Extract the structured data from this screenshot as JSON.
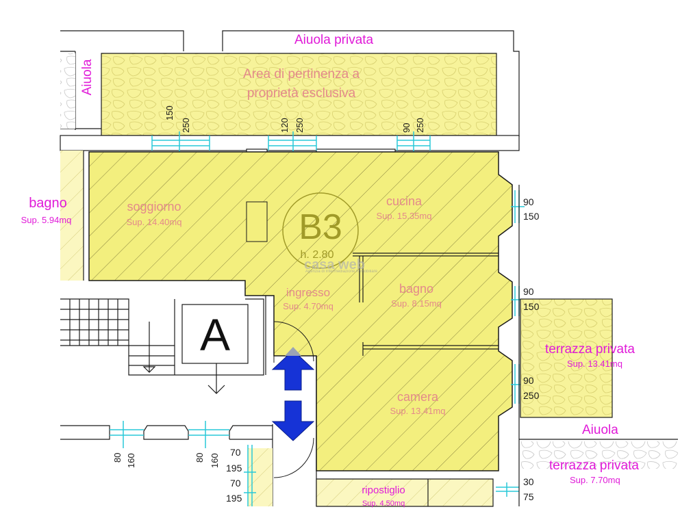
{
  "colors": {
    "room_fill": "#f3ef7e",
    "exterior_fill": "#f7f39a",
    "wall": "#ffffff",
    "wall_stroke": "#1a1a1a",
    "hatch": "#6f6a30",
    "room_label": "#e38a8a",
    "outside_label": "#e01ad8",
    "window": "#28c8d8",
    "arrow": "#1633d6",
    "unit_circle": "#a09a28",
    "dim_text": "#1a1a1a"
  },
  "outside_labels": {
    "aiuola_privata": "Aiuola privata",
    "aiuola_left": "Aiuola",
    "aiuola_right": "Aiuola",
    "bagno_left": "bagno",
    "bagno_left_area": "Sup. 5.94mq",
    "terrazza_1": "terrazza privata",
    "terrazza_1_area": "Sup. 13.41mq",
    "terrazza_2": "terrazza privata",
    "terrazza_2_area": "Sup. 7.70mq"
  },
  "pertinenza": {
    "line1": "Area di pertinenza a",
    "line2": "proprietà esclusiva"
  },
  "rooms": {
    "soggiorno": {
      "name": "soggiorno",
      "area": "Sup. 14.40mq"
    },
    "cucina": {
      "name": "cucina",
      "area": "Sup. 15.35mq"
    },
    "ingresso": {
      "name": "ingresso",
      "area": "Sup. 4.70mq"
    },
    "bagno": {
      "name": "bagno",
      "area": "Sup. 8.15mq"
    },
    "camera": {
      "name": "camera",
      "area": "Sup. 13.41mq"
    },
    "ripostiglio": {
      "name": "ripostiglio",
      "area": "Sup. 4.50mq"
    }
  },
  "unit": {
    "code": "B3",
    "height": "h. 2.80"
  },
  "stair_label": "A",
  "watermark": {
    "brand": "casa web",
    "tagline": "Agenzia di Intermediazione Immobiliare"
  },
  "dims": {
    "w1_a": "150",
    "w1_b": "250",
    "w2_a": "120",
    "w2_b": "250",
    "w3_a": "90",
    "w3_b": "250",
    "r1_a": "90",
    "r1_b": "150",
    "r2_a": "90",
    "r2_b": "150",
    "r3_a": "90",
    "r3_b": "250",
    "r4_a": "30",
    "r4_b": "75",
    "b1_a": "80",
    "b1_b": "160",
    "b2_a": "80",
    "b2_b": "160",
    "b3_a": "70",
    "b3_b": "195",
    "b4_a": "70",
    "b4_b": "195"
  }
}
